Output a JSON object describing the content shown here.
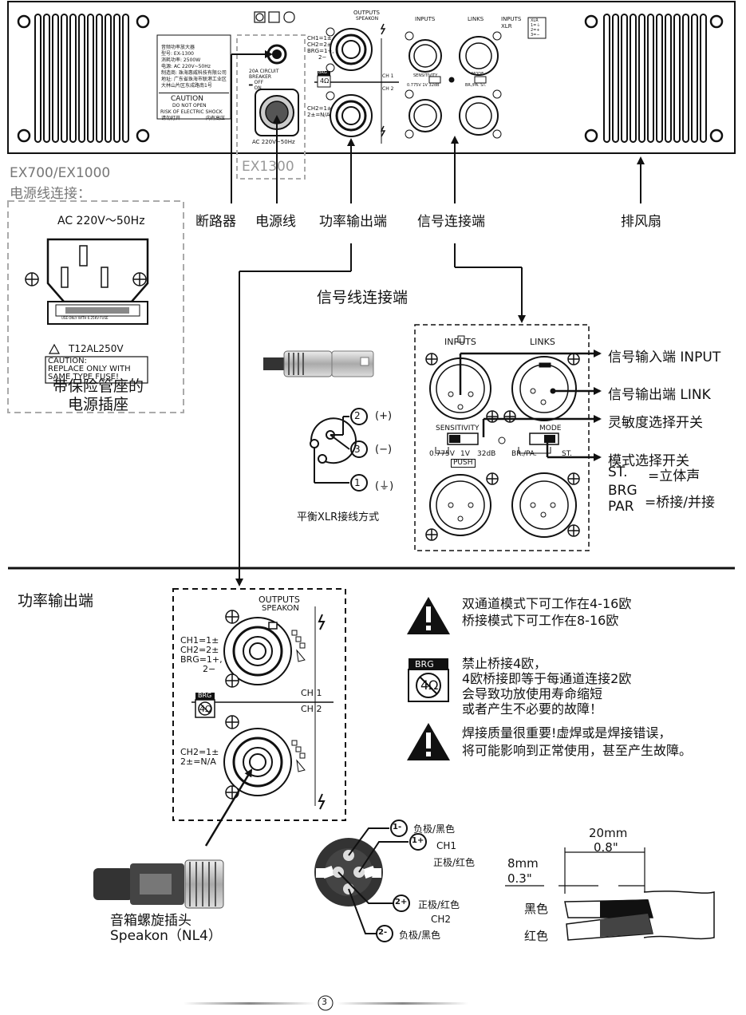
{
  "panel": {
    "label_block": [
      "音频功率放大器",
      "型号: EX-1300",
      "消耗功率: 2500W",
      "电源: AC 220V~50Hz",
      "制造商: 珠海惠威科技有限公司",
      "地址: 广东省珠海市联港工业区",
      "大林山片区东成路南1号"
    ],
    "caution_title": "CAUTION",
    "caution_line1": "DO NOT OPEN",
    "caution_line2": "RISK OF ELECTRIC SHOCK",
    "caution_cn_left": "请勿打开",
    "caution_cn_right": "内有高压",
    "breaker_text": [
      "20A CIRCUIT",
      "BREAKER"
    ],
    "off": "OFF",
    "on": "ON",
    "ac_label": "AC 220V~50Hz",
    "model_ex1300": "EX1300",
    "outputs_title": "OUTPUTS",
    "speakon": "SPEAKON",
    "ch1_wiring": [
      "CH1=1±",
      "CH2=2±",
      "BRG=1+,",
      "2−"
    ],
    "ch1": "CH 1",
    "ch2": "CH 2",
    "ch2_wiring": [
      "CH2=1±",
      "2±=N/A"
    ],
    "brg": "BRG",
    "four_ohm": "4Ω",
    "inputs": "INPUTS",
    "links": "LINKS",
    "inputs_xlr": [
      "INPUTS",
      "XLR"
    ],
    "xlr_legend": [
      "XLR",
      "1=⏚",
      "2=+",
      "3=−"
    ],
    "sensitivity": "SENSITIVITY",
    "sens_values": [
      "0.775V",
      "1V",
      "32dB"
    ],
    "mode": "MODE",
    "mode_values": [
      "BR./PA.",
      "ST."
    ],
    "push": "PUSH"
  },
  "ex_model": "EX700/EX1000",
  "power_conn_title": "电源线连接：",
  "fuse_box": {
    "ac": "AC 220V～50Hz",
    "fuse_note": "USE ONLY WITH 6.25KV FUSE",
    "fuse_rating": "T12AL250V",
    "caution": [
      "CAUTION:",
      "REPLACE ONLY WITH",
      "SAME TYPE FUSE!"
    ],
    "caption": [
      "带保险管座的",
      "电源插座"
    ]
  },
  "callouts": {
    "breaker": "断路器",
    "power_cord": "电源线",
    "power_out": "功率输出端",
    "signal_conn": "信号连接端",
    "fan": "排风扇"
  },
  "signal_section": {
    "title": "信号线连接端",
    "pins": [
      "2",
      "3",
      "1"
    ],
    "pin_labels": [
      "(+)",
      "(−)",
      "(⏚)"
    ],
    "xlr_caption": "平衡XLR接线方式",
    "detail_inputs": "INPUTS",
    "detail_links": "LINKS",
    "detail_sens": "SENSITIVITY",
    "detail_mode": "MODE",
    "detail_sens_values": [
      "0.775V",
      "1V",
      "32dB"
    ],
    "detail_mode_values": [
      "BR./PA.",
      "ST."
    ],
    "detail_push": "PUSH",
    "annotations": {
      "input": "信号输入端 INPUT",
      "link": "信号输出端 LINK",
      "sens": "灵敏度选择开关",
      "mode": "模式选择开关",
      "st_key": "ST.",
      "st_val": "=立体声",
      "brg_key": "BRG",
      "par_key": "PAR",
      "brg_val": "=桥接/并接"
    }
  },
  "power_section": {
    "title": "功率输出端",
    "outputs": "OUTPUTS",
    "speakon": "SPEAKON",
    "ch1_wiring": [
      "CH1=1±",
      "CH2=2±",
      "BRG=1+,",
      "2−"
    ],
    "ch1": "CH 1",
    "ch2": "CH 2",
    "ch2_wiring": [
      "CH2=1±",
      "2±=N/A"
    ],
    "brg": "BRG",
    "four_ohm": "4Ω",
    "plug_caption": [
      "音箱螺旋插头",
      "Speakon（NL4）"
    ],
    "warnings": [
      [
        "双通道模式下可工作在4-16欧",
        "桥接模式下可工作在8-16欧"
      ],
      [
        "禁止桥接4欧，",
        "4欧桥接即等于每通道连接2欧",
        "会导致功放使用寿命缩短",
        "或者产生不必要的故障！"
      ],
      [
        "焊接质量很重要!虚焊或是焊接错误，",
        "将可能影响到正常使用，甚至产生故障。"
      ]
    ],
    "pin_labels": {
      "m1": "1-",
      "m1_text": "负极/黑色",
      "ch1": "CH1",
      "p1": "1+",
      "p1_text": "正极/红色",
      "p2": "2+",
      "p2_text": "正极/红色",
      "ch2": "CH2",
      "m2": "2-",
      "m2_text": "负极/黑色"
    },
    "wire": {
      "d20": "20mm",
      "d08": "0.8\"",
      "d8": "8mm",
      "d03": "0.3\"",
      "black": "黑色",
      "red": "红色"
    }
  },
  "page_number": "3"
}
